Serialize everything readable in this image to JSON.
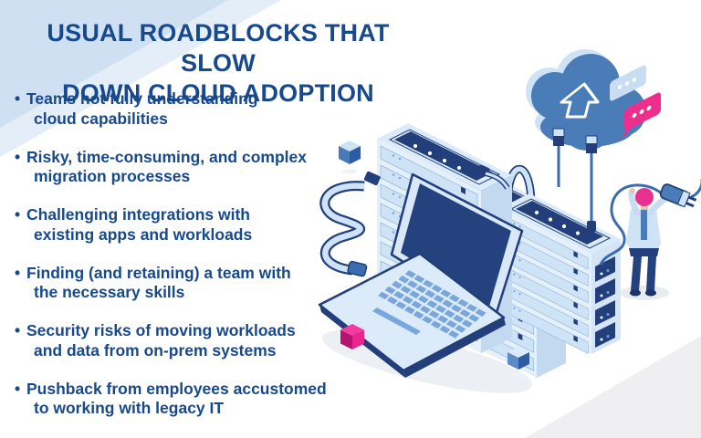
{
  "title": {
    "line1": "USUAL ROADBLOCKS THAT SLOW",
    "line2": "DOWN CLOUD ADOPTION"
  },
  "bullets": {
    "marker": "•",
    "items": [
      {
        "lines": [
          "Teams not fully understanding",
          "cloud capabilities"
        ]
      },
      {
        "lines": [
          "Risky, time-consuming, and complex",
          "migration processes"
        ]
      },
      {
        "lines": [
          "Challenging integrations with",
          "existing apps and workloads"
        ]
      },
      {
        "lines": [
          "Finding (and retaining) a team with",
          "the necessary skills"
        ]
      },
      {
        "lines": [
          "Security risks of moving workloads",
          "and data from on-prem systems"
        ]
      },
      {
        "lines": [
          "Pushback from employees accustomed",
          "to working with legacy IT"
        ]
      }
    ]
  },
  "illustration": {
    "description": "Isometric illustration: three server racks connected by cables to a cloud with an upload arrow, two chat bubbles, a laptop in front, and a person plugging a power cable into a rack",
    "icons": [
      "server-rack-icon",
      "cloud-upload-icon",
      "chat-bubble-icon",
      "laptop-icon",
      "person-plugging-cable-icon",
      "cube-icon",
      "upload-arrow-icon"
    ]
  },
  "palette": {
    "heading_text": "#17498c",
    "body_text": "#17498c",
    "corner_wedge": "#cfe0f2",
    "corner_gray": "#efeff1",
    "navy": "#223f7b",
    "mid_blue": "#4a7cb8",
    "light_blue": "#d9e8f8",
    "key_blue": "#7aa7db",
    "pink": "#ee2d8d",
    "background": "#ffffff"
  }
}
